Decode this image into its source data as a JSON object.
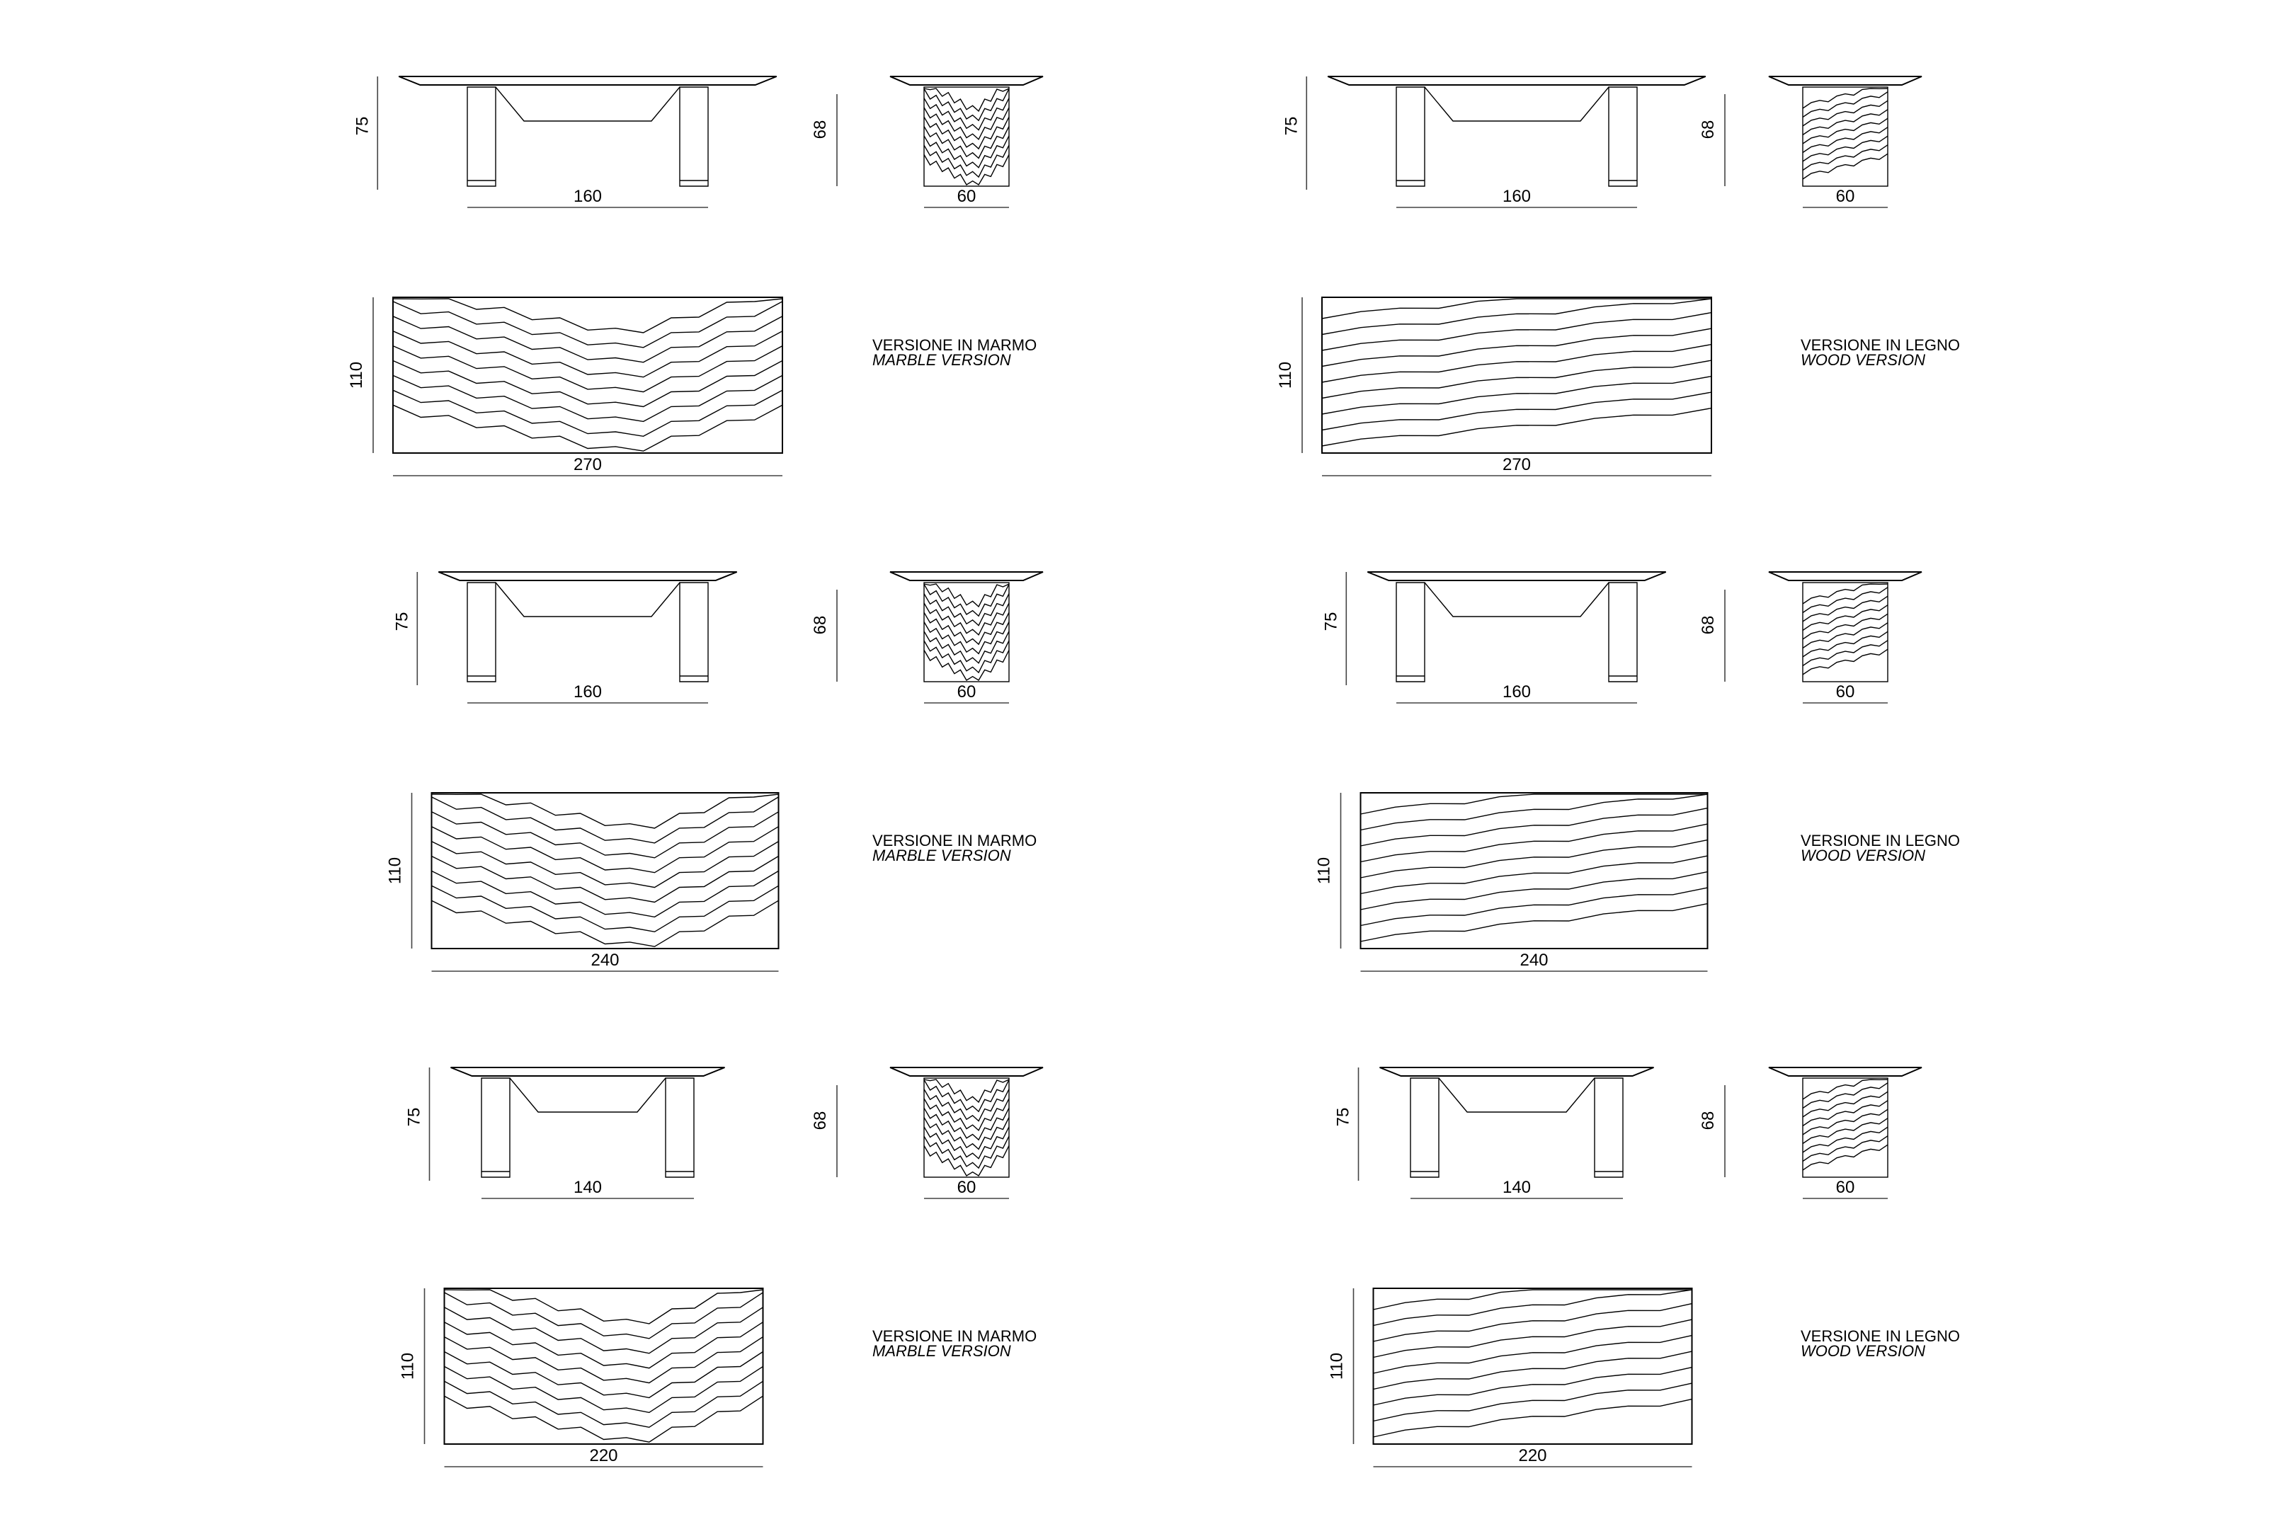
{
  "sheet": {
    "columns": [
      {
        "label_line1": "VERSIONE IN MARMO",
        "label_line2": "MARBLE VERSION",
        "grain": "marble"
      },
      {
        "label_line1": "VERSIONE IN LEGNO",
        "label_line2": "WOOD VERSION",
        "grain": "wood"
      }
    ],
    "rows": [
      {
        "height": "75",
        "leg_height": "68",
        "base_length": "160",
        "base_depth": "60",
        "top_depth": "110",
        "top_length": "270"
      },
      {
        "height": "75",
        "leg_height": "68",
        "base_length": "160",
        "base_depth": "60",
        "top_depth": "110",
        "top_length": "240"
      },
      {
        "height": "75",
        "leg_height": "68",
        "base_length": "140",
        "base_depth": "60",
        "top_depth": "110",
        "top_length": "220"
      }
    ]
  }
}
